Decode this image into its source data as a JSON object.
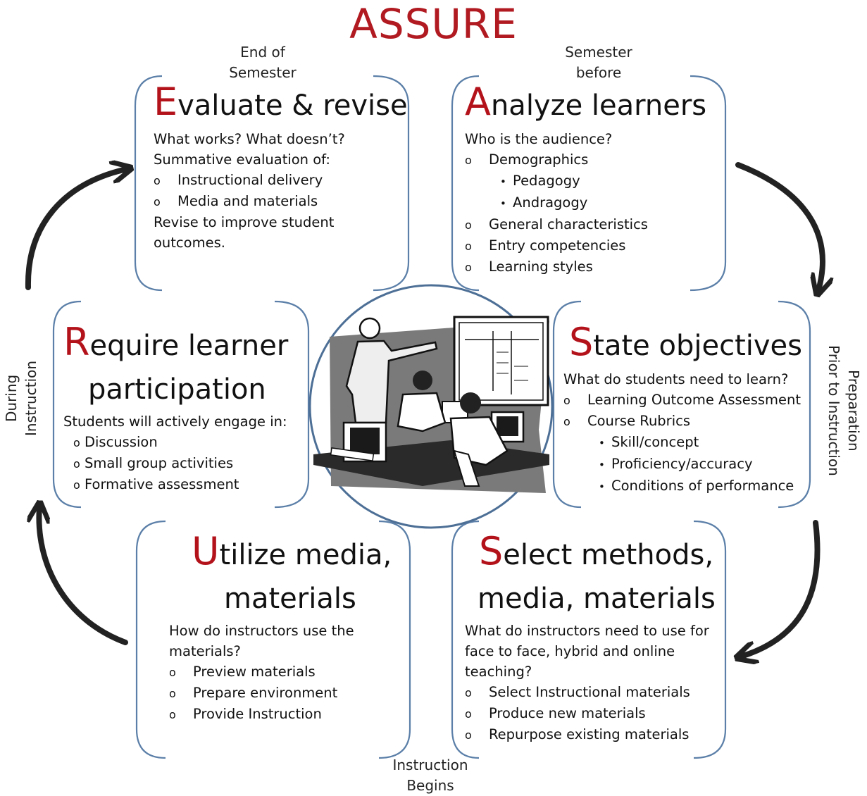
{
  "title": "ASSURE",
  "timing": {
    "end_semester": [
      "End of",
      "Semester"
    ],
    "semester_before": [
      "Semester",
      "before"
    ],
    "instruction_begins": [
      "Instruction",
      "Begins"
    ],
    "during_instruction": [
      "During",
      "Instruction"
    ],
    "preparation": [
      "Preparation",
      "Prior to Instruction"
    ]
  },
  "evaluate": {
    "cap": "E",
    "rest": "valuate & revise",
    "lines": [
      "What works?  What doesn’t?",
      "Summative evaluation of:"
    ],
    "items": [
      "Instructional delivery",
      "Media and materials"
    ],
    "tail": [
      "Revise to improve student",
      "outcomes."
    ]
  },
  "analyze": {
    "cap": "A",
    "rest": "nalyze learners",
    "intro": "Who is the audience?",
    "item1": "Demographics",
    "sub": [
      "Pedagogy",
      "Andragogy"
    ],
    "items": [
      "General characteristics",
      "Entry competencies",
      "Learning styles"
    ]
  },
  "require": {
    "cap": "R",
    "rest": "equire learner",
    "line2": "participation",
    "intro": "Students will actively engage in:",
    "items": [
      "Discussion",
      "Small group activities",
      "Formative assessment"
    ]
  },
  "state": {
    "cap": "S",
    "rest": "tate objectives",
    "intro": "What do students need to learn?",
    "items": [
      "Learning Outcome Assessment",
      "Course Rubrics"
    ],
    "sub": [
      "Skill/concept",
      "Proficiency/accuracy",
      "Conditions of performance"
    ]
  },
  "utilize": {
    "cap": "U",
    "rest": "tilize media,",
    "line2": "materials",
    "intro": [
      "How do instructors use the",
      "materials?"
    ],
    "items": [
      "Preview materials",
      "Prepare environment",
      "Provide Instruction"
    ]
  },
  "select": {
    "cap": "S",
    "rest": "elect methods,",
    "line2": "media, materials",
    "intro": [
      "What do instructors need to use for",
      "face to face, hybrid and online",
      "teaching?"
    ],
    "items": [
      "Select Instructional materials",
      "Produce new materials",
      "Repurpose existing materials"
    ]
  },
  "markers": {
    "circle": "o",
    "bullet": "•"
  },
  "colors": {
    "accent": "#b11a21",
    "bracket": "#5b7fa8",
    "arrow": "#222222"
  }
}
